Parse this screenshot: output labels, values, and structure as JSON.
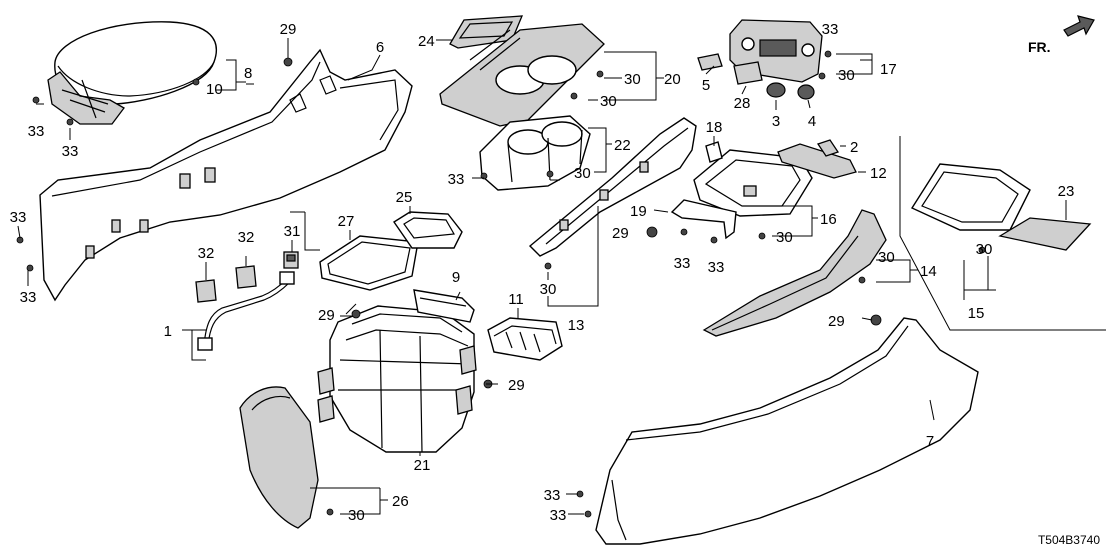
{
  "diagram_code": "T504B3740",
  "direction_marker": "FR.",
  "callouts": {
    "c1": "1",
    "c2": "2",
    "c3": "3",
    "c4": "4",
    "c5": "5",
    "c6": "6",
    "c7": "7",
    "c8": "8",
    "c9": "9",
    "c10": "10",
    "c11": "11",
    "c12": "12",
    "c13": "13",
    "c14": "14",
    "c15": "15",
    "c16": "16",
    "c17": "17",
    "c18": "18",
    "c19": "19",
    "c20": "20",
    "c21": "21",
    "c22": "22",
    "c23": "23",
    "c24": "24",
    "c25": "25",
    "c26": "26",
    "c27": "27",
    "c28": "28",
    "c29a": "29",
    "c29b": "29",
    "c29c": "29",
    "c29d": "29",
    "c29e": "29",
    "c30a": "30",
    "c30b": "30",
    "c30c": "30",
    "c30d": "30",
    "c30e": "30",
    "c30f": "30",
    "c30g": "30",
    "c30h": "30",
    "c30i": "30",
    "c30j": "30",
    "c30k": "30",
    "c31": "31",
    "c32a": "32",
    "c32b": "32",
    "c33a": "33",
    "c33b": "33",
    "c33c": "33",
    "c33d": "33",
    "c33e": "33",
    "c33f": "33",
    "c33g": "33",
    "c33h": "33",
    "c33i": "33",
    "c33j": "33"
  }
}
